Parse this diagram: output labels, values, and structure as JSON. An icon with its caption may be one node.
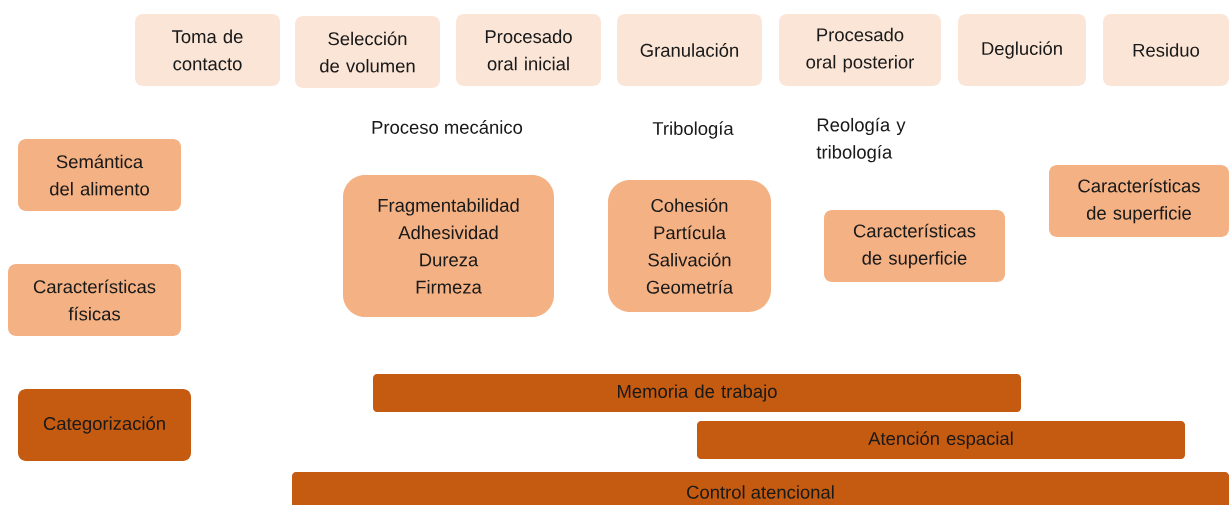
{
  "diagram": {
    "nodes": [
      {
        "text": [
          "Toma de contacto"
        ]
      },
      {
        "text": [
          "Selección de volumen"
        ]
      },
      {
        "text": [
          "Procesado oral inicial"
        ]
      },
      {
        "text": [
          "Granulación"
        ]
      },
      {
        "text": [
          "Procesado oral posterior"
        ]
      },
      {
        "text": [
          "Deglución"
        ]
      },
      {
        "text": [
          "Residuo"
        ]
      },
      {
        "text": [
          "Semántica del alimento"
        ]
      },
      {
        "text": [
          "Características físicas"
        ]
      },
      {
        "text": [
          "Categorización"
        ]
      },
      {
        "text": [
          "Fragmentabilidad",
          "Adhesividad",
          "Dureza",
          "Firmeza"
        ]
      },
      {
        "text": [
          "Cohesión",
          "Partícula",
          "Salivación",
          "Geometría"
        ]
      },
      {
        "text": [
          "Características de superficie"
        ]
      },
      {
        "text": [
          "Características de superficie"
        ]
      },
      {
        "text": [
          "Memoria de trabajo"
        ]
      },
      {
        "text": [
          "Atención espacial"
        ]
      },
      {
        "text": [
          "Control atencional"
        ]
      }
    ],
    "labels": [
      "Proceso mecánico",
      "Tribología",
      "Reología y tribología"
    ]
  }
}
